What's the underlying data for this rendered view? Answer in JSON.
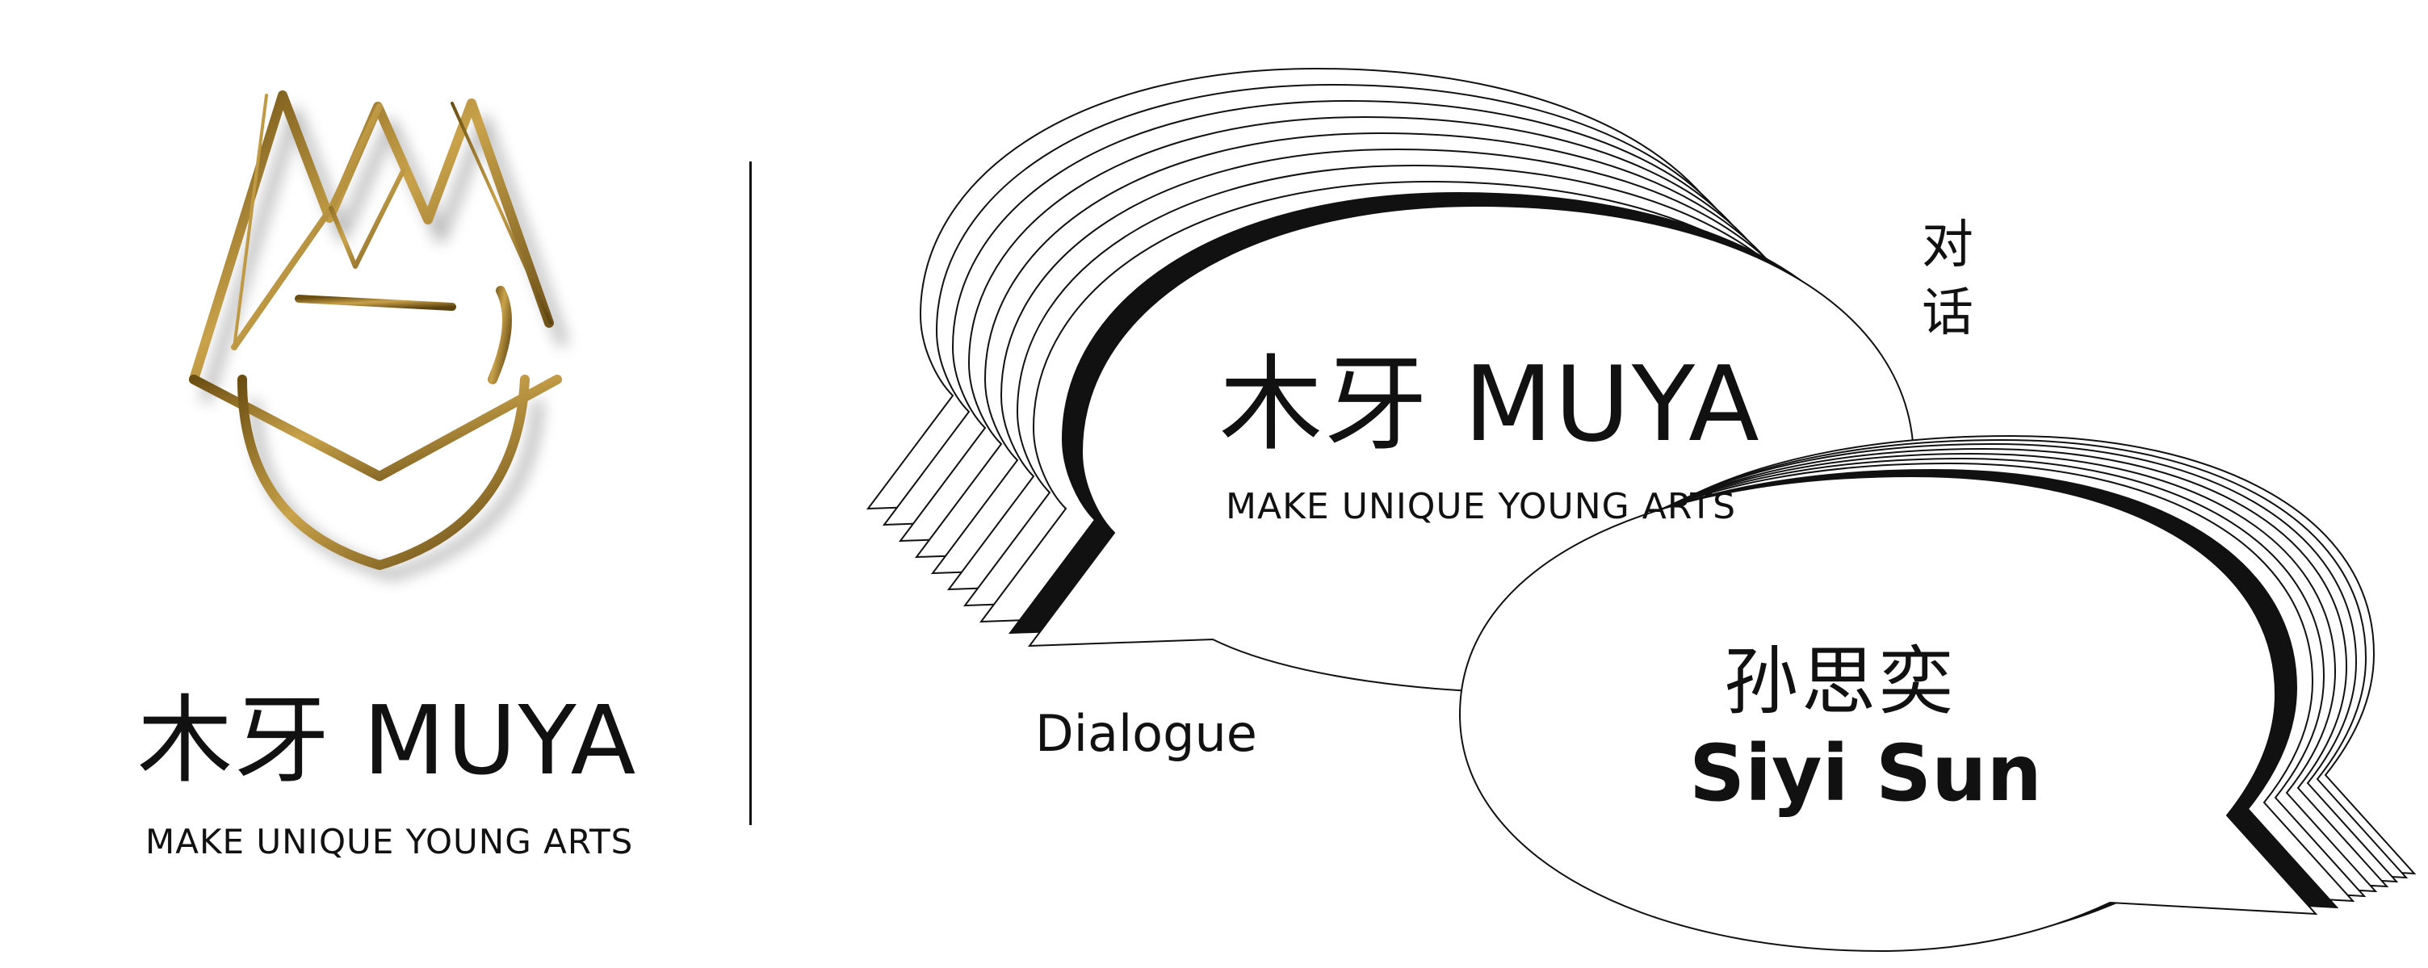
{
  "logo": {
    "title": "木牙 MUYA",
    "tagline": "MAKE UNIQUE YOUNG ARTS",
    "mark_icon": "muya-crown-logo",
    "gold": "#8a6a1e",
    "gold_light": "#c9a24a"
  },
  "bubble_primary": {
    "title": "木牙 MUYA",
    "tagline": "MAKE UNIQUE YOUNG ARTS"
  },
  "bubble_secondary": {
    "name_cn": "孙思奕",
    "name_en": "Siyi Sun"
  },
  "labels": {
    "dialogue_cn": "对话",
    "dialogue_en": "Dialogue"
  },
  "colors": {
    "ink": "#111111",
    "paper": "#ffffff"
  }
}
